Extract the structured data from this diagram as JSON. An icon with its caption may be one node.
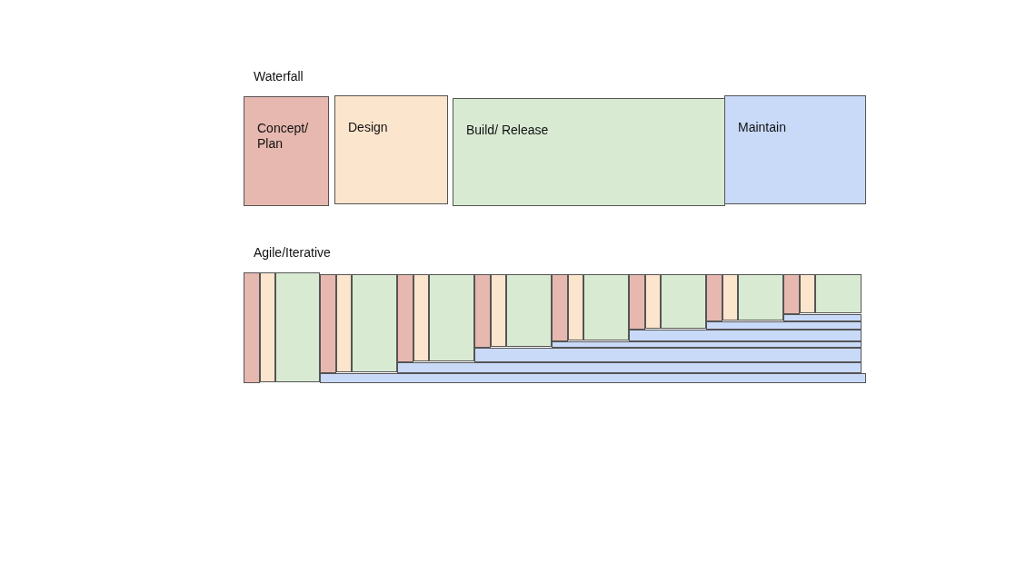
{
  "diagram": {
    "nodes": [
      {
        "text": [
          "Concept/ Plan"
        ]
      },
      {
        "text": [
          "Design"
        ]
      },
      {
        "text": [
          "Build/ Release"
        ]
      },
      {
        "text": [
          "Maintain"
        ]
      },
      {
        "text": [],
        "shape": "box"
      },
      {
        "text": [],
        "shape": "box"
      },
      {
        "text": [],
        "shape": "box"
      },
      {
        "text": [],
        "shape": "box"
      },
      {
        "text": [],
        "shape": "box"
      },
      {
        "text": [],
        "shape": "box"
      },
      {
        "text": [],
        "shape": "box"
      },
      {
        "text": [],
        "shape": "box"
      },
      {
        "text": [],
        "shape": "box"
      },
      {
        "text": [],
        "shape": "box"
      },
      {
        "text": [],
        "shape": "box"
      },
      {
        "text": [],
        "shape": "box"
      },
      {
        "text": [],
        "shape": "box"
      },
      {
        "text": [],
        "shape": "box"
      },
      {
        "text": [],
        "shape": "box"
      },
      {
        "text": [],
        "shape": "box"
      },
      {
        "text": [],
        "shape": "box"
      },
      {
        "text": [],
        "shape": "box"
      },
      {
        "text": [],
        "shape": "box"
      },
      {
        "text": [],
        "shape": "box"
      },
      {
        "text": [],
        "shape": "box"
      },
      {
        "text": [],
        "shape": "box"
      },
      {
        "text": [],
        "shape": "box"
      },
      {
        "text": [],
        "shape": "box"
      },
      {
        "text": [],
        "shape": "box"
      },
      {
        "text": [],
        "shape": "box"
      },
      {
        "text": [],
        "shape": "box"
      },
      {
        "text": [],
        "shape": "box"
      },
      {
        "text": [],
        "shape": "box"
      },
      {
        "text": [],
        "shape": "box"
      },
      {
        "text": [],
        "shape": "box"
      }
    ],
    "labels": [
      "Waterfall",
      "Agile/Iterative"
    ]
  }
}
